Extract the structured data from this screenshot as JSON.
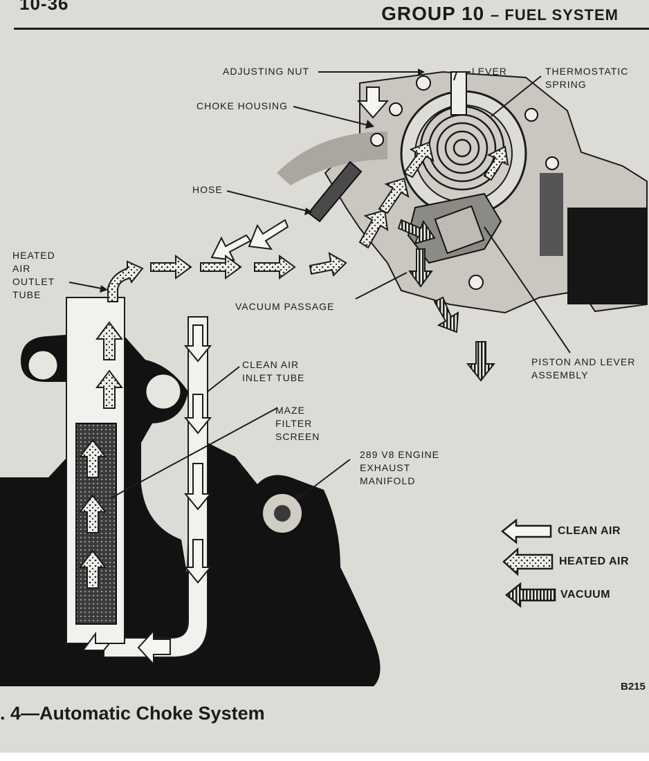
{
  "header": {
    "page_number": "10-36",
    "group_title": "GROUP 10",
    "section_title": "– FUEL SYSTEM"
  },
  "labels": {
    "adjusting_nut": "ADJUSTING NUT",
    "lever": "LEVER",
    "thermostatic_spring": [
      "THERMOSTATIC",
      "SPRING"
    ],
    "choke_housing": "CHOKE HOUSING",
    "hose": "HOSE",
    "heated_air_outlet_tube": [
      "HEATED",
      "AIR",
      "OUTLET",
      "TUBE"
    ],
    "vacuum_passage": "VACUUM PASSAGE",
    "clean_air_inlet_tube": [
      "CLEAN AIR",
      "INLET TUBE"
    ],
    "piston_and_lever_assembly": [
      "PISTON AND LEVER",
      "ASSEMBLY"
    ],
    "maze_filter_screen": [
      "MAZE",
      "FILTER",
      "SCREEN"
    ],
    "exhaust_manifold": [
      "289 V8 ENGINE",
      "EXHAUST",
      "MANIFOLD"
    ]
  },
  "legend": {
    "clean_air": "CLEAN AIR",
    "heated_air": "HEATED AIR",
    "vacuum": "VACUUM"
  },
  "figure_id": "B215",
  "caption": ". 4—Automatic Choke System",
  "colors": {
    "paper": "#dcdbd6",
    "ink": "#1b1b1b",
    "arrow_fill": "#f3f2ee"
  },
  "icons": {
    "clean_air": "hollow-arrow-icon",
    "heated_air": "dotted-arrow-icon",
    "vacuum": "striped-arrow-icon"
  }
}
